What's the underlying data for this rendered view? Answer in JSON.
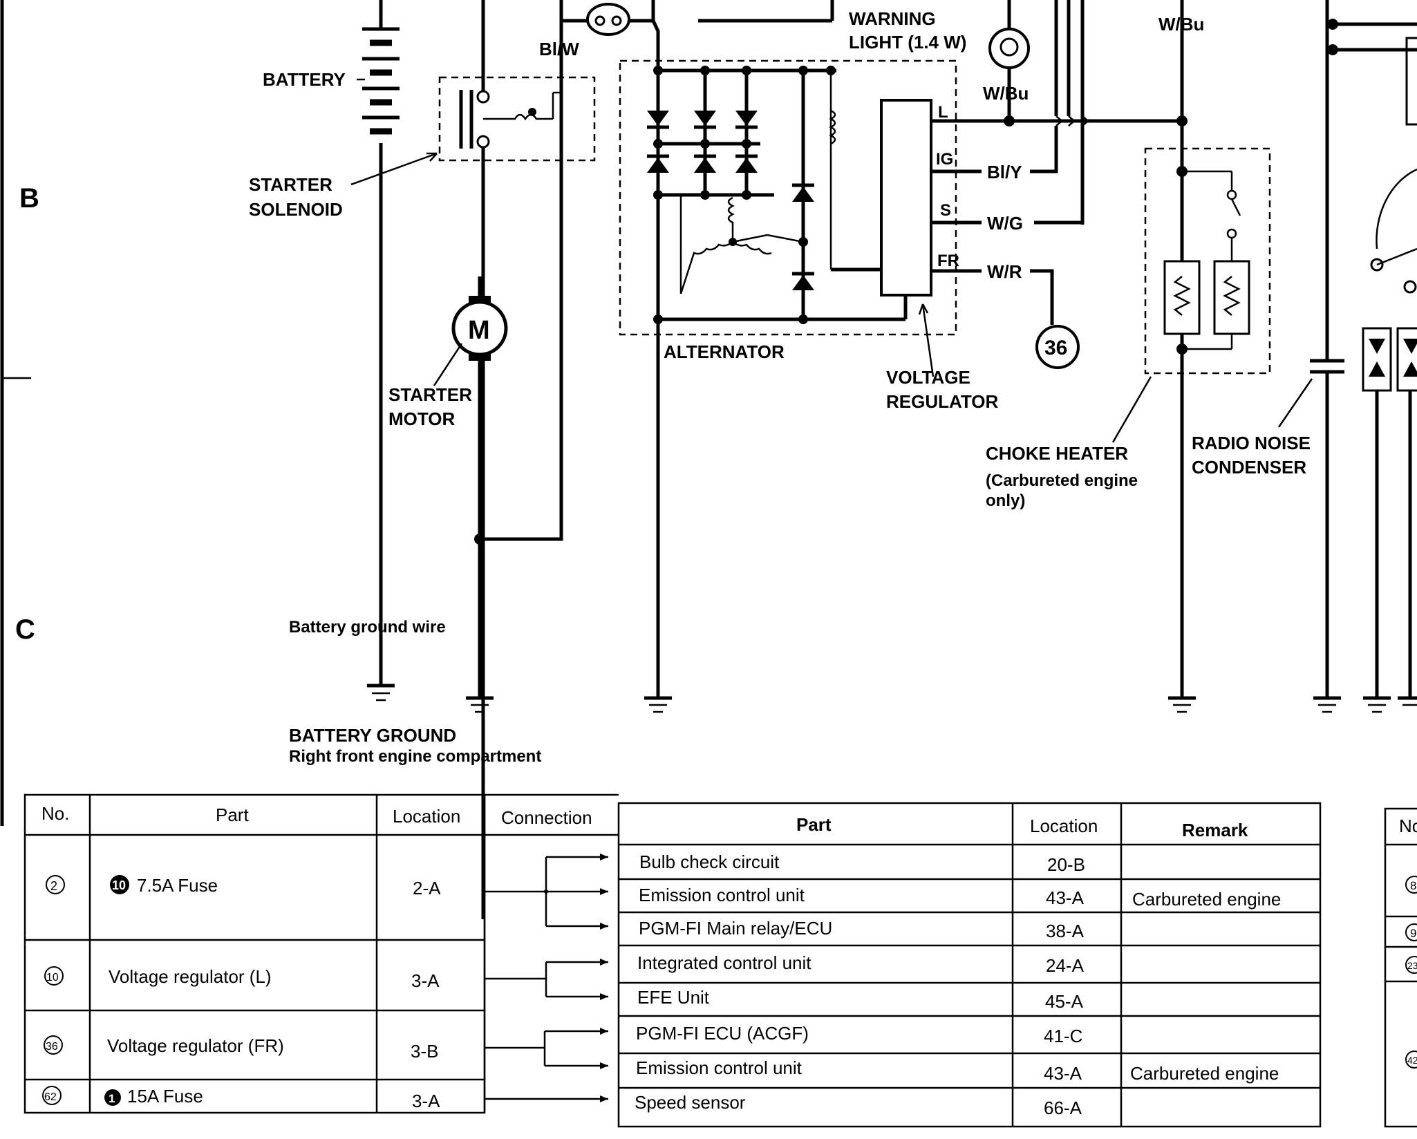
{
  "zones": {
    "b": "B",
    "c": "C"
  },
  "labels": {
    "battery": "BATTERY",
    "bl_w": "Bl/W",
    "warning_light_1": "WARNING",
    "warning_light_2": "LIGHT (1.4 W)",
    "w_bu_top": "W/Bu",
    "w_bu_mid": "W/Bu",
    "starter_solenoid_1": "STARTER",
    "starter_solenoid_2": "SOLENOID",
    "motor_symbol": "M",
    "starter_motor_1": "STARTER",
    "starter_motor_2": "MOTOR",
    "alternator": "ALTERNATOR",
    "voltage_regulator_1": "VOLTAGE",
    "voltage_regulator_2": "REGULATOR",
    "term_l": "L",
    "term_ig": "IG",
    "term_s": "S",
    "term_fr": "FR",
    "bl_y": "Bl/Y",
    "w_g": "W/G",
    "w_r": "W/R",
    "connector_36": "36",
    "choke_heater": "CHOKE HEATER",
    "choke_note_1": "(Carbureted engine",
    "choke_note_2": "only)",
    "radio_noise_1": "RADIO NOISE",
    "radio_noise_2": "CONDENSER",
    "battery_ground_wire": "Battery ground wire",
    "battery_ground_title": "BATTERY GROUND",
    "battery_ground_loc": "Right front engine compartment"
  },
  "left_table": {
    "headers": {
      "no": "No.",
      "part": "Part",
      "location": "Location",
      "connection": "Connection"
    },
    "rows": [
      {
        "no": "2",
        "fuse_no": "10",
        "part": "7.5A Fuse",
        "location": "2-A"
      },
      {
        "no": "10",
        "part": "Voltage regulator (L)",
        "location": "3-A"
      },
      {
        "no": "36",
        "part": "Voltage regulator (FR)",
        "location": "3-B"
      },
      {
        "no": "62",
        "fuse_no": "1",
        "part": "15A Fuse",
        "location": "3-A"
      }
    ]
  },
  "right_table": {
    "headers": {
      "part": "Part",
      "location": "Location",
      "remark": "Remark"
    },
    "rows": [
      {
        "part": "Bulb check circuit",
        "location": "20-B",
        "remark": ""
      },
      {
        "part": "Emission control unit",
        "location": "43-A",
        "remark": "Carbureted engine"
      },
      {
        "part": "PGM-FI Main relay/ECU",
        "location": "38-A",
        "remark": ""
      },
      {
        "part": "Integrated control unit",
        "location": "24-A",
        "remark": ""
      },
      {
        "part": "EFE Unit",
        "location": "45-A",
        "remark": ""
      },
      {
        "part": "PGM-FI ECU (ACGF)",
        "location": "41-C",
        "remark": ""
      },
      {
        "part": "Emission control unit",
        "location": "43-A",
        "remark": "Carbureted engine"
      },
      {
        "part": "Speed sensor",
        "location": "66-A",
        "remark": ""
      }
    ]
  },
  "partial_table": {
    "header": "No",
    "rows": [
      "8",
      "9",
      "23",
      "42"
    ]
  }
}
